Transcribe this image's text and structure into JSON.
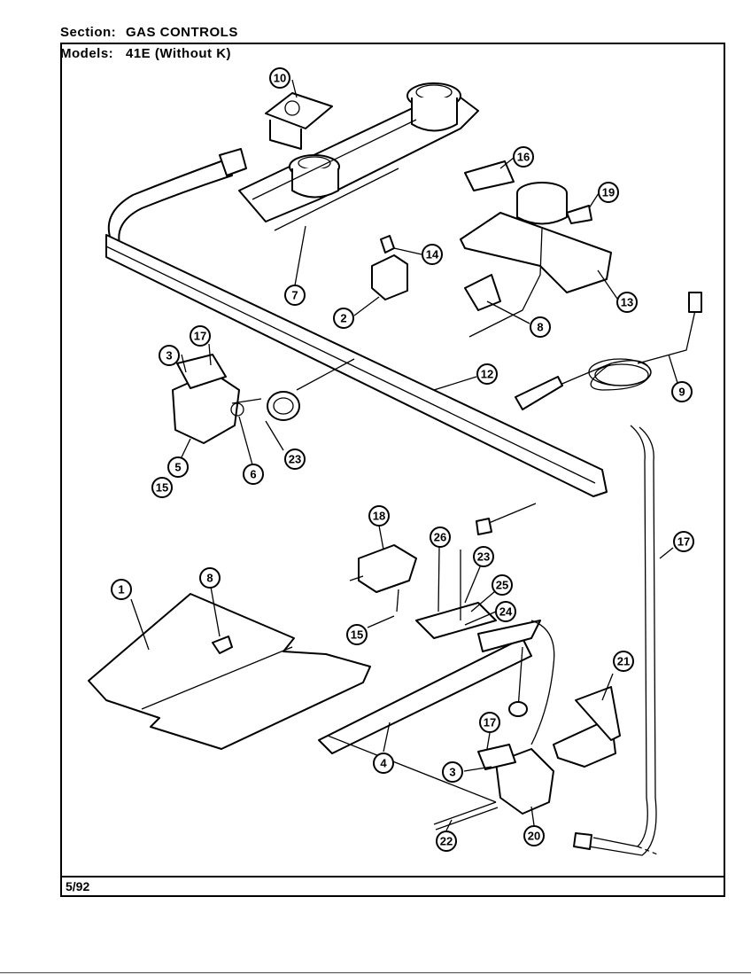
{
  "header": {
    "section_label": "Section:",
    "section_value": "GAS CONTROLS",
    "models_label": "Models:",
    "models_value": "41E (Without K)"
  },
  "footer": {
    "date": "5/92"
  },
  "callouts": [
    "10",
    "16",
    "19",
    "14",
    "7",
    "2",
    "13",
    "8",
    "17",
    "3",
    "12",
    "9",
    "5",
    "15",
    "6",
    "23",
    "18",
    "26",
    "23",
    "25",
    "24",
    "1",
    "8",
    "15",
    "17",
    "21",
    "4",
    "17",
    "3",
    "22",
    "20"
  ]
}
